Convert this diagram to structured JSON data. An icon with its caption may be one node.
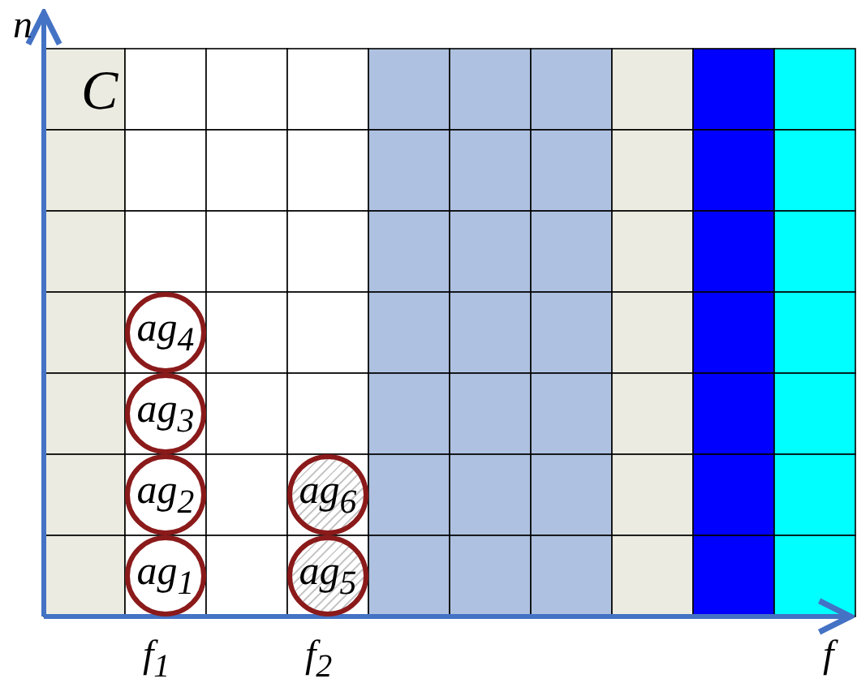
{
  "diagram": {
    "nodes": [
      {
        "text": [
          "ag$_{4}$"
        ]
      },
      {
        "text": [
          "ag$_{3}$"
        ]
      },
      {
        "text": [
          "ag$_{2}$"
        ]
      },
      {
        "text": [
          "ag$_{6}$"
        ]
      },
      {
        "text": [
          "ag$_{1}$"
        ]
      },
      {
        "text": [
          "ag$_{5}$"
        ]
      }
    ],
    "labels": [
      "n",
      "C",
      "f$_{1}$",
      "f$_{2}$",
      "f"
    ]
  }
}
